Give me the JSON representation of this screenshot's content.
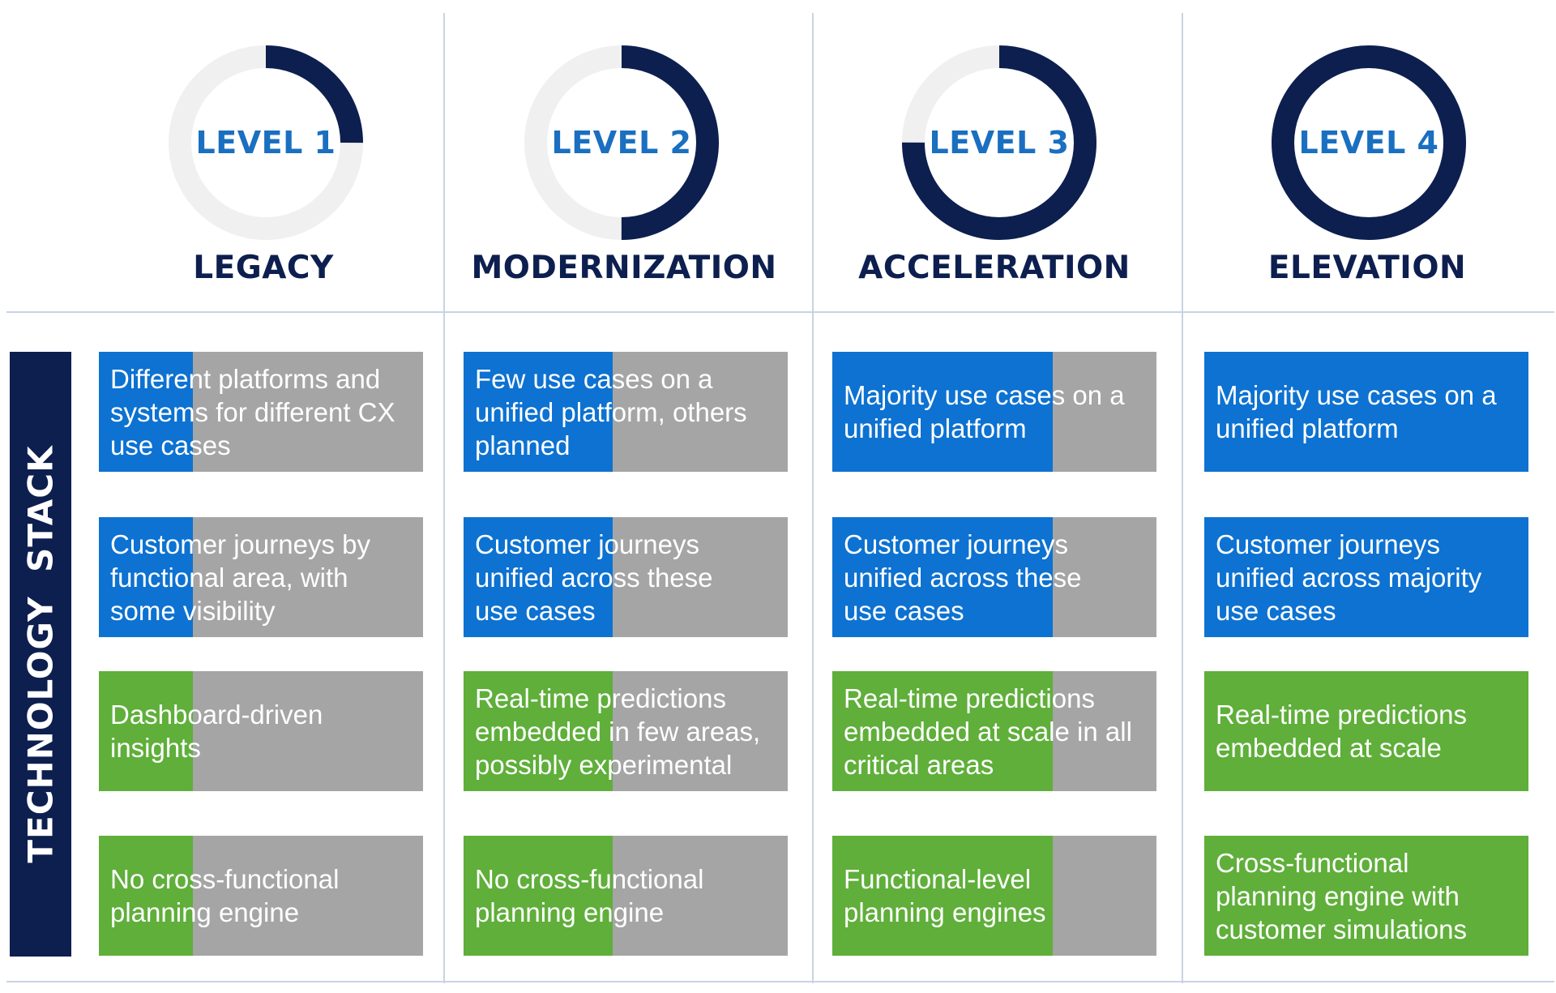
{
  "colors": {
    "navy": "#0d1f4f",
    "level_text": "#1a6fc0",
    "ring_track": "#f0f0f0",
    "blue": "#0d72d1",
    "green": "#5faf3a",
    "gray": "#a5a5a5",
    "divider": "#c9d3e2"
  },
  "side_label": "TECHNOLOGY STACK",
  "levels": [
    {
      "label": "LEVEL 1",
      "name": "LEGACY",
      "progress": 0.25
    },
    {
      "label": "LEVEL 2",
      "name": "MODERNIZATION",
      "progress": 0.5
    },
    {
      "label": "LEVEL 3",
      "name": "ACCELERATION",
      "progress": 0.75
    },
    {
      "label": "LEVEL 4",
      "name": "ELEVATION",
      "progress": 1.0
    }
  ],
  "rows": [
    {
      "color": "blue",
      "cells": [
        {
          "text": "Different platforms and\nsystems for different CX\nuse cases",
          "fill": 0.29
        },
        {
          "text": "Few use cases on a\nunified platform, others\nplanned",
          "fill": 0.46
        },
        {
          "text": "Majority use cases on a\nunified platform",
          "fill": 0.68
        },
        {
          "text": "Majority use cases on a\nunified platform",
          "fill": 1.0
        }
      ]
    },
    {
      "color": "blue",
      "cells": [
        {
          "text": "Customer journeys by\nfunctional area, with\nsome visibility",
          "fill": 0.29
        },
        {
          "text": "Customer journeys\nunified across these\nuse cases",
          "fill": 0.46
        },
        {
          "text": "Customer journeys\nunified across these\nuse cases",
          "fill": 0.68
        },
        {
          "text": "Customer journeys\nunified across majority\nuse cases",
          "fill": 1.0
        }
      ]
    },
    {
      "color": "green",
      "cells": [
        {
          "text": "Dashboard-driven\ninsights",
          "fill": 0.29
        },
        {
          "text": "Real-time predictions\nembedded in few areas,\npossibly experimental",
          "fill": 0.46
        },
        {
          "text": "Real-time predictions\nembedded at scale in all\ncritical areas",
          "fill": 0.68
        },
        {
          "text": "Real-time predictions\nembedded at scale",
          "fill": 1.0
        }
      ]
    },
    {
      "color": "green",
      "cells": [
        {
          "text": "No cross-functional\nplanning engine",
          "fill": 0.29
        },
        {
          "text": "No cross-functional\nplanning engine",
          "fill": 0.46
        },
        {
          "text": "Functional-level\nplanning engines",
          "fill": 0.68
        },
        {
          "text": "Cross-functional\nplanning engine with\ncustomer simulations",
          "fill": 1.0
        }
      ]
    }
  ]
}
